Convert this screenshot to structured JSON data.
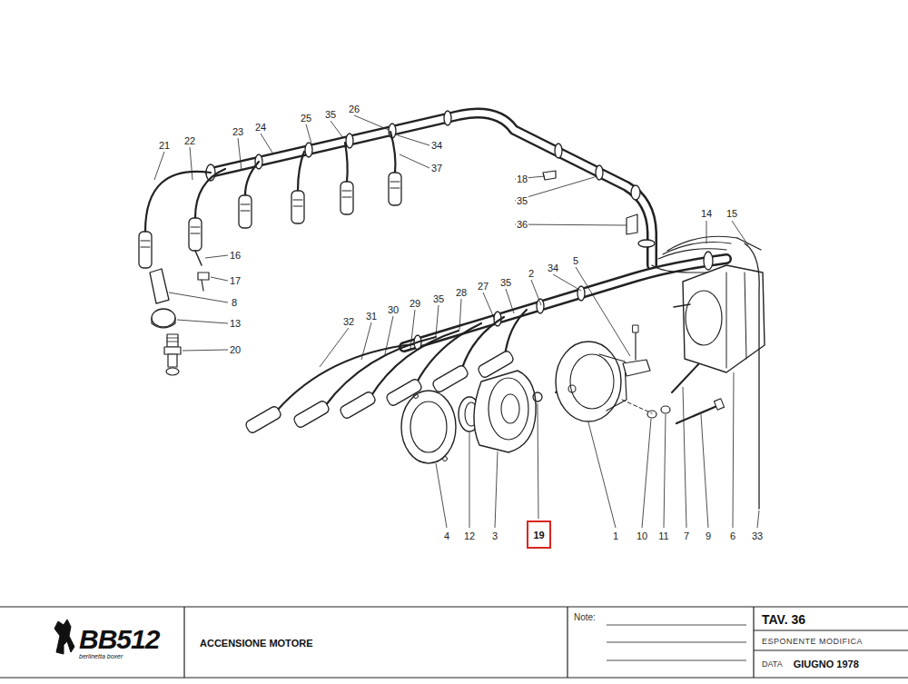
{
  "diagram": {
    "nodes": [
      {
        "text": [
          "19"
        ]
      },
      {
        "text": [
          "BB512",
          "berlinetta boxer"
        ]
      },
      {
        "text": [
          "ACCENSIONE MOTORE"
        ]
      },
      {
        "text": [
          "Note:"
        ]
      },
      {
        "text": [
          "TAV. 36"
        ]
      },
      {
        "text": [
          "ESPONENTE MODIFICA"
        ]
      },
      {
        "text": [
          "DATA",
          "GIUGNO 1978"
        ]
      }
    ],
    "labels": [
      "21",
      "22",
      "23",
      "24",
      "25",
      "35",
      "26",
      "34",
      "37",
      "18",
      "35",
      "36",
      "16",
      "17",
      "8",
      "13",
      "20",
      "14",
      "15",
      "32",
      "31",
      "30",
      "29",
      "35",
      "28",
      "27",
      "35",
      "2",
      "34",
      "5",
      "4",
      "12",
      "3",
      "1",
      "10",
      "11",
      "7",
      "9",
      "6",
      "33"
    ]
  }
}
